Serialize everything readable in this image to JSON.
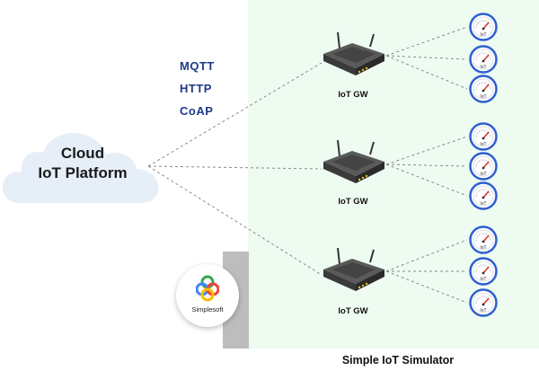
{
  "protocols": [
    "MQTT",
    "HTTP",
    "CoAP"
  ],
  "cloud": {
    "line1": "Cloud",
    "line2": "IoT Platform"
  },
  "gateways": [
    {
      "label": "IoT GW",
      "devices": [
        "IoT",
        "IoT",
        "IoT"
      ]
    },
    {
      "label": "IoT GW",
      "devices": [
        "IoT",
        "IoT",
        "IoT"
      ]
    },
    {
      "label": "IoT GW",
      "devices": [
        "IoT",
        "IoT",
        "IoT"
      ]
    }
  ],
  "simulator_title": "Simple IoT Simulator",
  "brand": {
    "name": "Simplesoft"
  },
  "colors": {
    "simulator_bg": "#eefbf1",
    "cloud": "#e6eef8",
    "protocol_text": "#1f3a8a",
    "gauge_ring": "#2f5fd0",
    "gauge_needle": "#d93025"
  }
}
